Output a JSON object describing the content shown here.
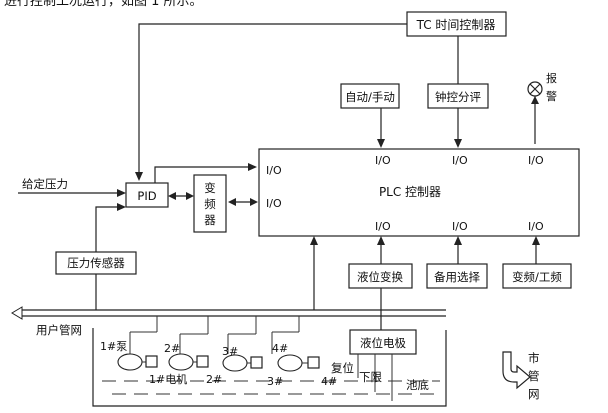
{
  "top_caption": "进行控制工况运行，如图 1 所示。",
  "blocks": {
    "tc_controller": "TC 时间控制器",
    "auto_manual": "自动/手动",
    "clock_control": "钟控分评",
    "alarm_top": "报",
    "alarm_bottom": "警",
    "plc_controller": "PLC 控制器",
    "pid": "PID",
    "vfd_1": "变",
    "vfd_2": "频",
    "vfd_3": "器",
    "setpoint_pressure": "给定压力",
    "pressure_sensor": "压力传感器",
    "level_transform": "液位变换",
    "backup_select": "备用选择",
    "freq_switch": "变频/工频",
    "level_electrode": "液位电极",
    "user_pipe": "用户管网",
    "city_1": "市",
    "city_2": "管",
    "city_3": "网"
  },
  "io_label": "I/O",
  "pumps": {
    "pump1": "1#泵",
    "pump2": "2#",
    "pump3": "3#",
    "pump4": "4#",
    "motor1": "1#电机",
    "motor2": "2#",
    "motor3": "3#",
    "motor4": "4#"
  },
  "levels": {
    "reset": "复位",
    "lower_limit": "下限",
    "pool_bottom": "池底"
  },
  "colors": {
    "line": "#222222",
    "background": "#ffffff"
  }
}
